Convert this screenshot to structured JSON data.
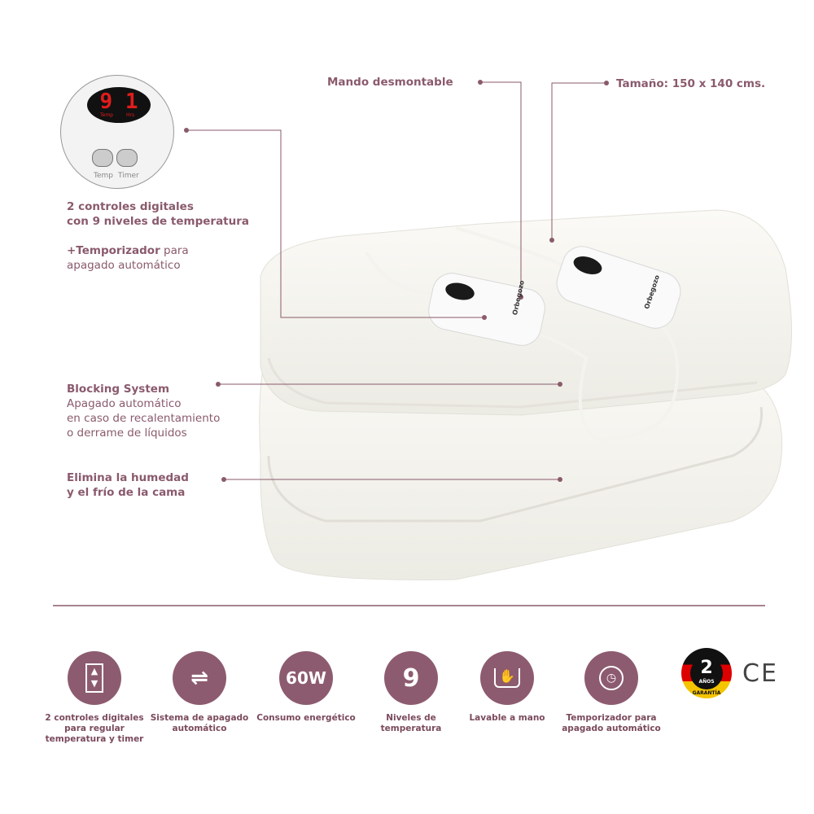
{
  "thumbnail": {
    "display_left": "9",
    "display_right": "1",
    "sub_left": "Temp",
    "sub_right": "Hrs",
    "btn_temp": "Temp",
    "btn_timer": "Timer"
  },
  "callouts": {
    "controls_line1": "2 controles digitales",
    "controls_line2": "con 9 niveles de temperatura",
    "timer_bold": "+Temporizador",
    "timer_rest": " para",
    "timer_line2": "apagado automático",
    "mando": "Mando desmontable",
    "size": "Tamaño: 150 x 140 cms.",
    "blocking_title": "Blocking System",
    "blocking_line1": "Apagado automático",
    "blocking_line2": "en caso de recalentamiento",
    "blocking_line3": "o derrame de líquidos",
    "humidity_line1": "Elimina la humedad",
    "humidity_line2": "y el frío de la cama"
  },
  "controller": {
    "brand": "Orbegozo"
  },
  "features": [
    {
      "icon": "up-down-arrows-icon",
      "label": "2 controles digitales para regular temperatura y timer"
    },
    {
      "icon": "plug-icon",
      "label": "Sistema de apagado automático"
    },
    {
      "icon": "text",
      "text": "60W",
      "label": "Consumo energético"
    },
    {
      "icon": "text",
      "text": "9",
      "label": "Niveles de temperatura"
    },
    {
      "icon": "hand-wash-icon",
      "label": "Lavable a mano"
    },
    {
      "icon": "stopwatch-icon",
      "label": "Temporizador para apagado automático"
    }
  ],
  "warranty": {
    "number": "2",
    "years": "AÑOS",
    "text": "GARANTÍA"
  },
  "ce_mark": "CE",
  "colors": {
    "accent": "#8d5b6f",
    "text": "#8a5a6c"
  }
}
